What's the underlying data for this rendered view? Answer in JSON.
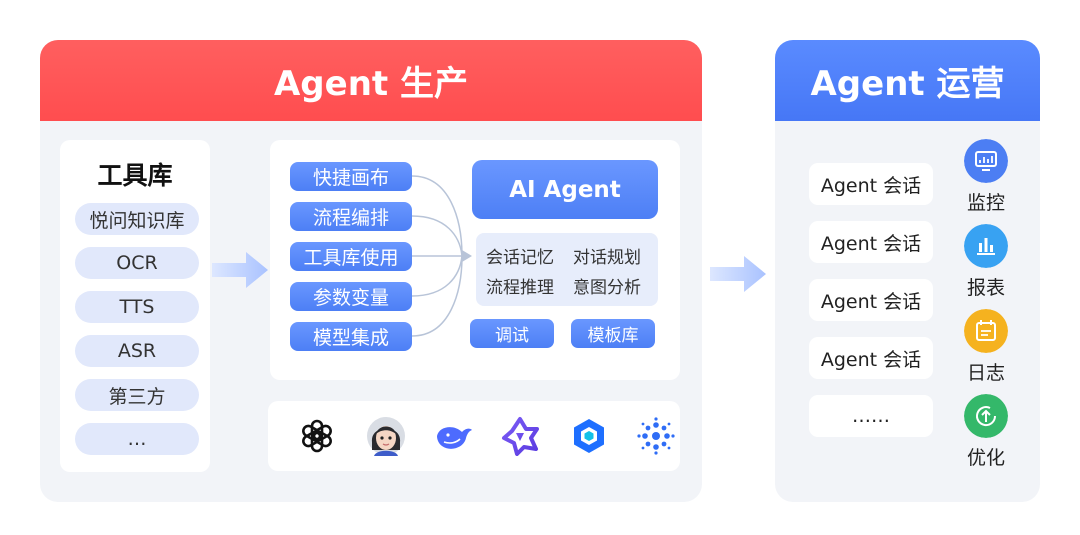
{
  "production": {
    "title": "Agent 生产",
    "tool_library": {
      "title": "工具库",
      "items": [
        "悦问知识库",
        "OCR",
        "TTS",
        "ASR",
        "第三方",
        "…"
      ]
    },
    "features": [
      "快捷画布",
      "流程编排",
      "工具库使用",
      "参数变量",
      "模型集成"
    ],
    "ai_agent": "AI Agent",
    "capabilities": [
      "会话记忆",
      "对话规划",
      "流程推理",
      "意图分析"
    ],
    "buttons": {
      "debug": "调试",
      "templates": "模板库"
    },
    "model_icons": [
      "openai-logo-icon",
      "avatar-girl-icon",
      "deepseek-whale-icon",
      "qwen-star-icon",
      "hexagon-logo-icon",
      "dot-cluster-logo-icon"
    ]
  },
  "operations": {
    "title": "Agent 运营",
    "sessions": [
      "Agent 会话",
      "Agent 会话",
      "Agent 会话",
      "Agent 会话",
      "……"
    ],
    "actions": [
      {
        "label": "监控",
        "icon": "monitor-icon",
        "color": "#4c7ef3"
      },
      {
        "label": "报表",
        "icon": "bar-chart-icon",
        "color": "#38a2f2"
      },
      {
        "label": "日志",
        "icon": "calendar-icon",
        "color": "#f5b21f"
      },
      {
        "label": "优化",
        "icon": "refresh-up-icon",
        "color": "#34b86a"
      }
    ]
  },
  "colors": {
    "production_header": "#ff4d4f",
    "operations_header": "#4677f6",
    "accent_blue": "#4d7ff5"
  }
}
